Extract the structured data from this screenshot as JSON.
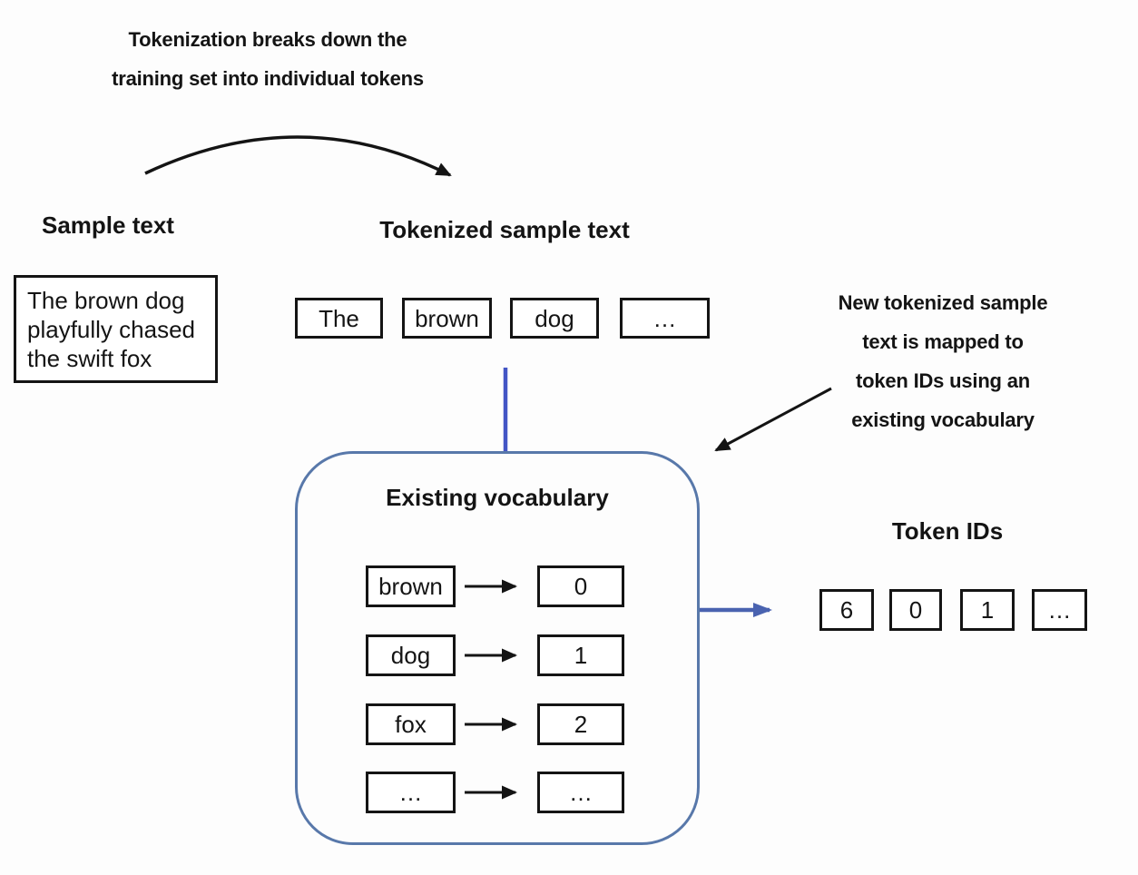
{
  "colors": {
    "ink": "#141414",
    "connector_blue": "#4355c5",
    "vocab_border_blue": "#5878aa",
    "arrow_blue": "#4a63b0",
    "background": "#fdfdfd"
  },
  "annotations": {
    "tokenization": {
      "lines": [
        "Tokenization breaks down the",
        "training set into individual tokens"
      ]
    },
    "mapping": {
      "lines": [
        "New tokenized sample",
        "text is mapped to",
        "token IDs using an",
        "existing vocabulary"
      ]
    }
  },
  "sample": {
    "heading": "Sample text",
    "text": "The brown dog playfully chased the swift fox"
  },
  "tokenized": {
    "heading": "Tokenized sample text",
    "tokens": [
      "The",
      "brown",
      "dog",
      "…"
    ]
  },
  "vocabulary": {
    "heading": "Existing vocabulary",
    "entries": [
      {
        "token": "brown",
        "id": "0"
      },
      {
        "token": "dog",
        "id": "1"
      },
      {
        "token": "fox",
        "id": "2"
      },
      {
        "token": "…",
        "id": "…"
      }
    ]
  },
  "token_ids": {
    "heading": "Token IDs",
    "values": [
      "6",
      "0",
      "1",
      "…"
    ]
  }
}
